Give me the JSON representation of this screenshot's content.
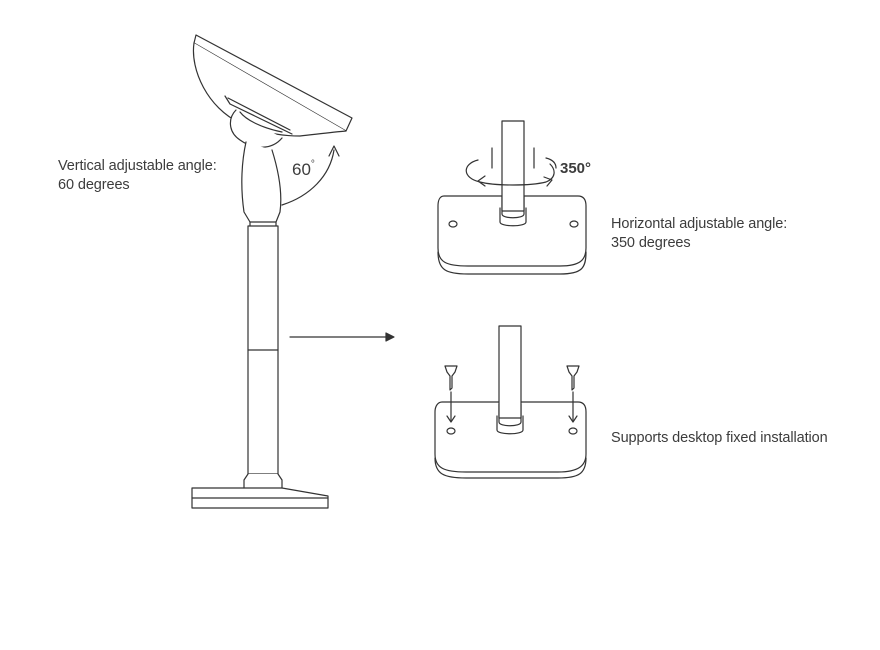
{
  "labels": {
    "vertical_line1": "Vertical adjustable angle:",
    "vertical_line2": "60 degrees",
    "horizontal_line1": "Horizontal adjustable angle:",
    "horizontal_line2": "350 degrees",
    "desktop": "Supports desktop fixed installation"
  },
  "callouts": {
    "tilt_value": "60",
    "tilt_unit": "°",
    "rotation": "350°"
  },
  "colors": {
    "line": "#333333",
    "text": "#3c3c3c"
  }
}
